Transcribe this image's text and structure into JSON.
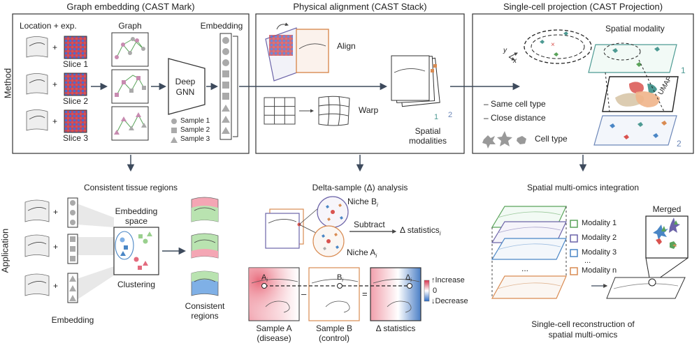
{
  "sections": {
    "mark_title": "Graph embedding (CAST Mark)",
    "stack_title": "Physical alignment (CAST Stack)",
    "projection_title": "Single-cell projection  (CAST Projection)",
    "tissue_title": "Consistent tissue regions",
    "delta_title": "Delta-sample (Δ) analysis",
    "omics_title": "Spatial multi-omics integration"
  },
  "side_labels": {
    "method": "Method",
    "application": "Application"
  },
  "mark": {
    "location_exp": "Location + exp.",
    "graph": "Graph",
    "embedding": "Embedding",
    "slices": [
      "Slice 1",
      "Slice 2",
      "Slice 3"
    ],
    "plus": "+",
    "gnn_line1": "Deep",
    "gnn_line2": "GNN",
    "samples": [
      "Sample 1",
      "Sample 2",
      "Sample 3"
    ]
  },
  "stack": {
    "align": "Align",
    "warp": "Warp",
    "spatial_line1": "Spatial",
    "spatial_line2": "modalities",
    "num1": "1",
    "num2": "2"
  },
  "projection": {
    "spatial_modality": "Spatial modality",
    "axis_y": "y",
    "axis_x": "x",
    "same_cell": "– Same cell type",
    "close_distance": "– Close distance",
    "cell_type": "Cell type",
    "umap": "UMAP",
    "num1": "1",
    "num2": "2"
  },
  "tissue": {
    "embedding_space_1": "Embedding",
    "embedding_space_2": "space",
    "clustering": "Clustering",
    "embedding": "Embedding",
    "consistent_1": "Consistent",
    "consistent_2": "regions"
  },
  "delta": {
    "niche_b": "Niche B",
    "niche_a": "Niche A",
    "sub_i": "i",
    "subtract": "Subtract",
    "delta_stats": "Δ statistics",
    "label_a": "A",
    "label_b": "B",
    "label_d": "Δ",
    "minus": "–",
    "equals": "=",
    "increase": "Increase",
    "zero": "0",
    "decrease": "Decrease",
    "sample_a_1": "Sample A",
    "sample_a_2": "(disease)",
    "sample_b_1": "Sample B",
    "sample_b_2": "(control)",
    "delta_caption": "Δ statistics"
  },
  "omics": {
    "merged": "Merged",
    "modalities": [
      "Modality 1",
      "Modality 2",
      "Modality 3",
      "...",
      "Modality n"
    ],
    "ellipsis": "...",
    "caption_1": "Single-cell reconstruction of",
    "caption_2": "spatial multi-omics"
  },
  "colors": {
    "border": "#333333",
    "arrow": "#3d4a5c",
    "graph_green": "#5aa35a",
    "pink_node": "#c78bb0",
    "teal": "#4d9a93",
    "purple": "#6b63a8",
    "blue": "#4a86c5",
    "orange": "#d98b52",
    "red": "#d9534f",
    "heat_red": "#e8697a",
    "heat_blue": "#4b7fc6",
    "region_green": "#b9e3b0",
    "region_blue": "#7fb0e6",
    "region_pink": "#f4a6b4"
  }
}
